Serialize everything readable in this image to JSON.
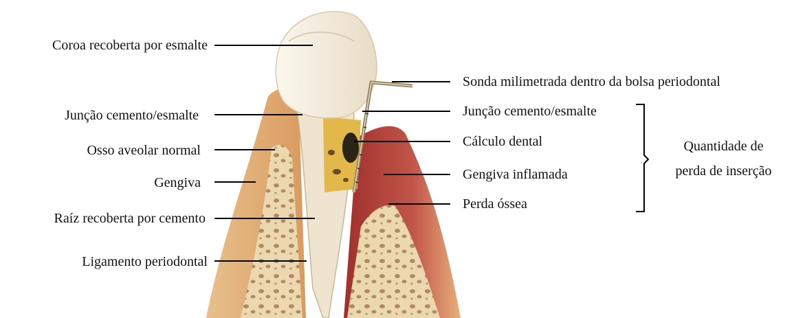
{
  "colors": {
    "enamel": "#f3ede0",
    "dentin": "#efe6d3",
    "gum_healthy": "#e2b07a",
    "gum_inflamed": "#b7453a",
    "bone": "#ecd8b0",
    "bone_pores": "#9a6a3f",
    "calculus": "#e3b84a",
    "probe": "#8a7a5a",
    "line": "#000000"
  },
  "labels": {
    "left": [
      {
        "id": "coroa",
        "text": "Coroa recoberta por esmalte"
      },
      {
        "id": "juncao_left",
        "text": "Junção cemento/esmalte"
      },
      {
        "id": "osso",
        "text": "Osso aveolar normal"
      },
      {
        "id": "gengiva",
        "text": "Gengiva"
      },
      {
        "id": "raiz",
        "text": "Raíz recoberta por cemento"
      },
      {
        "id": "ligamento",
        "text": "Ligamento periodontal"
      }
    ],
    "right": [
      {
        "id": "sonda",
        "text": "Sonda milimetrada dentro da bolsa periodontal"
      },
      {
        "id": "juncao_right",
        "text": "Junção cemento/esmalte"
      },
      {
        "id": "calculo",
        "text": "Cálculo dental"
      },
      {
        "id": "gengiva_inflamada",
        "text": "Gengiva inflamada"
      },
      {
        "id": "perda_ossea",
        "text": "Perda óssea"
      }
    ],
    "bracket": {
      "line1": "Quantidade de",
      "line2": "perda de inserção"
    }
  }
}
